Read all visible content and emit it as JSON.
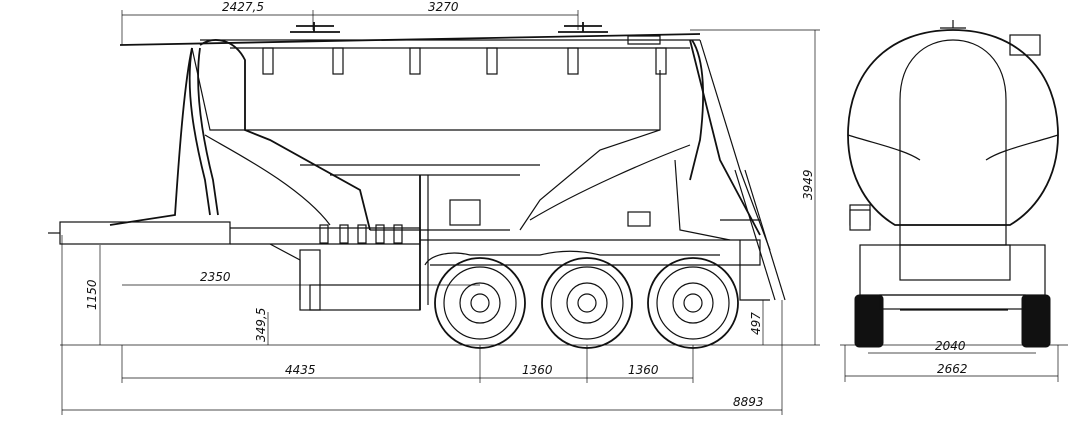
{
  "dimensions": {
    "top_left": "2427,5",
    "top_right": "3270",
    "height_total": "3949",
    "height_frame": "1150",
    "kingpin_to_axle": "2350",
    "ground_clearance_front": "349,5",
    "ground_clearance_rear": "497",
    "wheelbase_front": "4435",
    "axle_spacing_1": "1360",
    "axle_spacing_2": "1360",
    "length_total": "8893",
    "track_width": "2040",
    "overall_width": "2662"
  }
}
